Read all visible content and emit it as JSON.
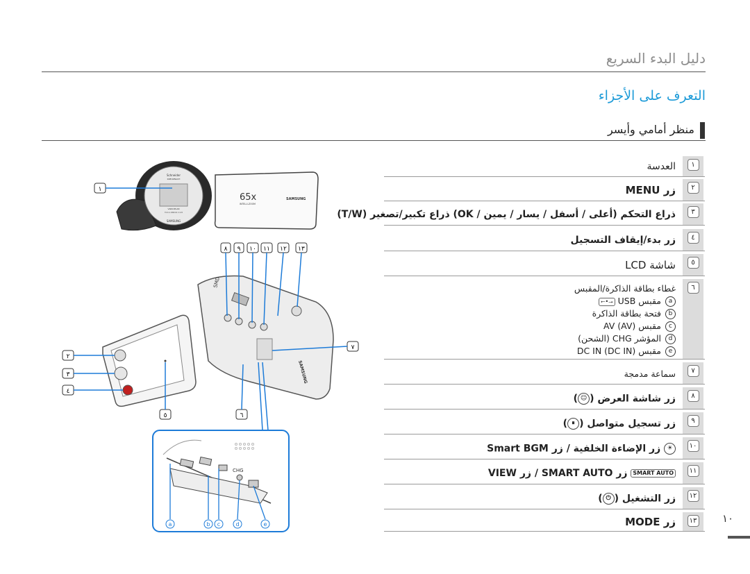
{
  "header": {
    "title": "دليل البدء السريع"
  },
  "section": {
    "title": "التعرف على الأجزاء",
    "subheading": "منظر أمامي وأيسر"
  },
  "items": [
    {
      "num": "١",
      "text": "العدسة"
    },
    {
      "num": "٢",
      "text": "زر MENU"
    },
    {
      "num": "٣",
      "text": "ذراع التحكم (أعلى / أسفل / يسار / يمين / OK) ذراع تكبير/تصغير (T/W)"
    },
    {
      "num": "٤",
      "text": "زر بدء/إيقاف التسجيل"
    },
    {
      "num": "٥",
      "text": "شاشة LCD"
    },
    {
      "num": "٦",
      "text": "غطاء بطاقة الذاكرة/المقبس",
      "subitems": [
        {
          "letter": "a",
          "text": "مقبس USB"
        },
        {
          "letter": "b",
          "text": "فتحة بطاقة الذاكرة"
        },
        {
          "letter": "c",
          "text": "مقبس AV (AV)"
        },
        {
          "letter": "d",
          "text": "المؤشر CHG (الشحن)"
        },
        {
          "letter": "e",
          "text": "مقبس DC IN (DC IN)"
        }
      ]
    },
    {
      "num": "٧",
      "text": "سماعة مدمجة"
    },
    {
      "num": "٨",
      "text": "زر شاشة العرض"
    },
    {
      "num": "٩",
      "text": "زر تسجيل متواصل"
    },
    {
      "num": "١٠",
      "text": "زر الإضاءة الخلفية / زر Smart BGM"
    },
    {
      "num": "١١",
      "text": "زر SMART AUTO / زر VIEW"
    },
    {
      "num": "١٢",
      "text": "زر التشغيل"
    },
    {
      "num": "١٣",
      "text": "زر MODE"
    }
  ],
  "icons": {
    "display": "display-button-icon",
    "continuous": "continuous-record-icon",
    "backlight": "backlight-icon",
    "smart_auto": "smart-auto-icon",
    "power": "power-icon",
    "usb": "usb-icon"
  },
  "smart_auto_chip": "SMART AUTO",
  "usb_symbol": "⭠•⭢",
  "figure": {
    "callouts_top": [
      "٨",
      "٩",
      "١٠",
      "١١",
      "١٢",
      "١٣"
    ],
    "callout_lens": "١",
    "callout_left": [
      "٢",
      "٣",
      "٤"
    ],
    "callout_bottom": [
      "٥",
      "٦"
    ],
    "callout_right": "٧",
    "jack_letters": [
      "a",
      "b",
      "c",
      "d",
      "e"
    ],
    "brand": "SAMSUNG",
    "zoom": "65x",
    "zoom_sub": "INTELLI-ZOOM",
    "lens_brand": "Schneider",
    "lens_sub": "KREUZNACH",
    "lens_model": "VARIOPLAN",
    "lens_spec": "f=2.1-130mm 1:1.8",
    "side_text": "SMD",
    "jack_label": "CHG"
  },
  "page": {
    "number": "١٠"
  }
}
